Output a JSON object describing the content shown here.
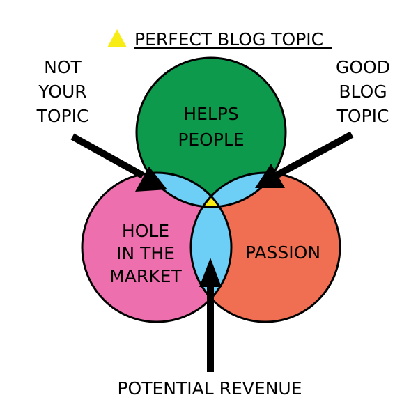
{
  "title": "PERFECT BLOG TOPIC",
  "circles": {
    "top": {
      "line1": "HELPS",
      "line2": "PEOPLE",
      "color": "#0e9a4c"
    },
    "left": {
      "line1": "HOLE",
      "line2": "IN THE",
      "line3": "MARKET",
      "color": "#ee6fae"
    },
    "right": {
      "line1": "PASSION",
      "color": "#f06e52"
    }
  },
  "overlap_color": "#6dcff6",
  "center_color": "#f7ec14",
  "callouts": {
    "not_your_topic": {
      "line1": "NOT",
      "line2": "YOUR",
      "line3": "TOPIC"
    },
    "good_blog_topic": {
      "line1": "GOOD",
      "line2": "BLOG",
      "line3": "TOPIC"
    },
    "potential_revenue": "POTENTIAL REVENUE"
  }
}
